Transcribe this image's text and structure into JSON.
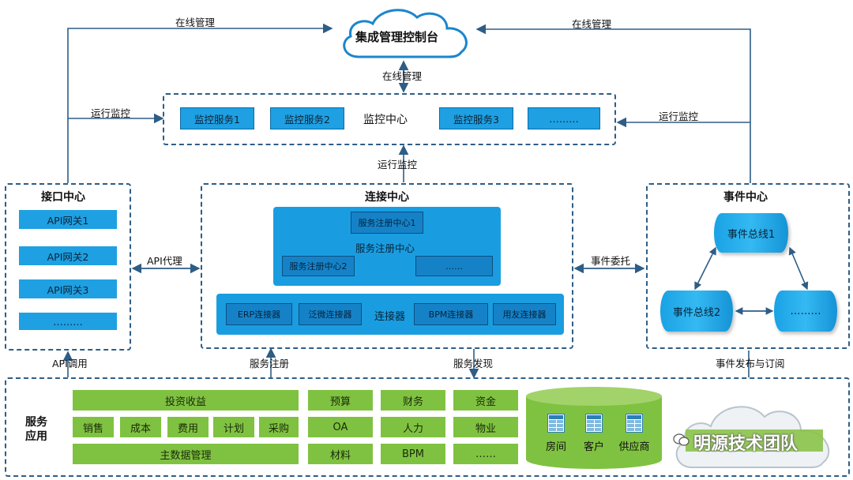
{
  "console": {
    "title": "集成管理控制台"
  },
  "top_labels": {
    "online_left": "在线管理",
    "online_right": "在线管理",
    "online_center": "在线管理",
    "run_left": "运行监控",
    "run_right": "运行监控",
    "run_center": "运行监控"
  },
  "monitor": {
    "title": "监控中心",
    "items": [
      "监控服务1",
      "监控服务2",
      "监控服务3",
      "………"
    ]
  },
  "interface": {
    "title": "接口中心",
    "items": [
      "API网关1",
      "API网关2",
      "API网关3",
      "………"
    ]
  },
  "connect": {
    "title": "连接中心",
    "registry_title": "服务注册中心",
    "registry_nodes": [
      "服务注册中心1",
      "服务注册中心2",
      "……"
    ],
    "connector_title": "连接器",
    "connectors": [
      "ERP连接器",
      "泛微连接器",
      "BPM连接器",
      "用友连接器"
    ]
  },
  "event": {
    "title": "事件中心",
    "buses": [
      "事件总线1",
      "事件总线2",
      "………"
    ]
  },
  "edge_labels": {
    "api_proxy": "API代理",
    "event_delegate": "事件委托",
    "api_call": "API调用",
    "service_register": "服务注册",
    "service_discover": "服务发现",
    "event_pubsub": "事件发布与订阅"
  },
  "service_apps": {
    "title_line1": "服务",
    "title_line2": "应用",
    "investment": "投资收益",
    "row2": [
      "销售",
      "成本",
      "费用",
      "计划",
      "采购"
    ],
    "master_data": "主数据管理",
    "grid": [
      "预算",
      "财务",
      "资金",
      "OA",
      "人力",
      "物业",
      "材料",
      "BPM",
      "……"
    ],
    "db_items": [
      "房间",
      "客户",
      "供应商"
    ]
  },
  "watermark": {
    "text": "明源技术团队"
  },
  "colors": {
    "accent_blue": "#1ea0e2",
    "green": "#7fc241",
    "dash": "#2e5d86"
  }
}
